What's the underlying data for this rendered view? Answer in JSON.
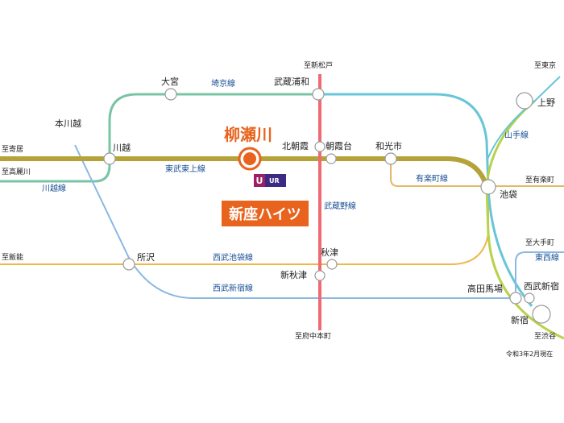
{
  "colors": {
    "tobu_tojo": "#b5a33a",
    "seibu_ikebukuro": "#f0b646",
    "yurakucho": "#e3b866",
    "musashino": "#ef6b73",
    "saikyo": "#79c4a6",
    "shinjuku_seibu": "#8ab8e2",
    "fukutoshin": "#68c5d8",
    "yamanote": "#b8d24a",
    "highlight": "#e8641e"
  },
  "target": {
    "station": "柳瀬川",
    "property": "新座ハイツ",
    "logo_text": "UR"
  },
  "stations": {
    "omiya": "大宮",
    "musashi_urawa": "武蔵浦和",
    "kawagoe": "川越",
    "hon_kawagoe": "本川越",
    "kita_asaka": "北朝霞",
    "asakadai": "朝霞台",
    "wakoshi": "和光市",
    "ikebukuro": "池袋",
    "ueno": "上野",
    "tokorozawa": "所沢",
    "akitsu": "秋津",
    "shin_akitsu": "新秋津",
    "takadanobaba": "高田馬場",
    "seibu_shinjuku": "西武新宿",
    "shinjuku": "新宿"
  },
  "lines": {
    "saikyo": "埼京線",
    "tobu_tojo": "東武東上線",
    "kawagoe": "川越線",
    "musashino": "武蔵野線",
    "yurakucho": "有楽町線",
    "yamanote": "山手線",
    "seibu_ikebukuro": "西武池袋線",
    "seibu_shinjuku": "西武新宿線",
    "tozai": "東西線"
  },
  "destinations": {
    "shin_matsudo": "至新松戸",
    "higashi_tokyo": "至東京",
    "yorii": "至寄居",
    "komagawa": "至高麗川",
    "yurakucho": "至有楽町",
    "hanno": "至飯能",
    "otemachi": "至大手町",
    "fuchu_hommachi": "至府中本町",
    "shibuya": "至渋谷"
  },
  "note": "令和3年2月現在"
}
